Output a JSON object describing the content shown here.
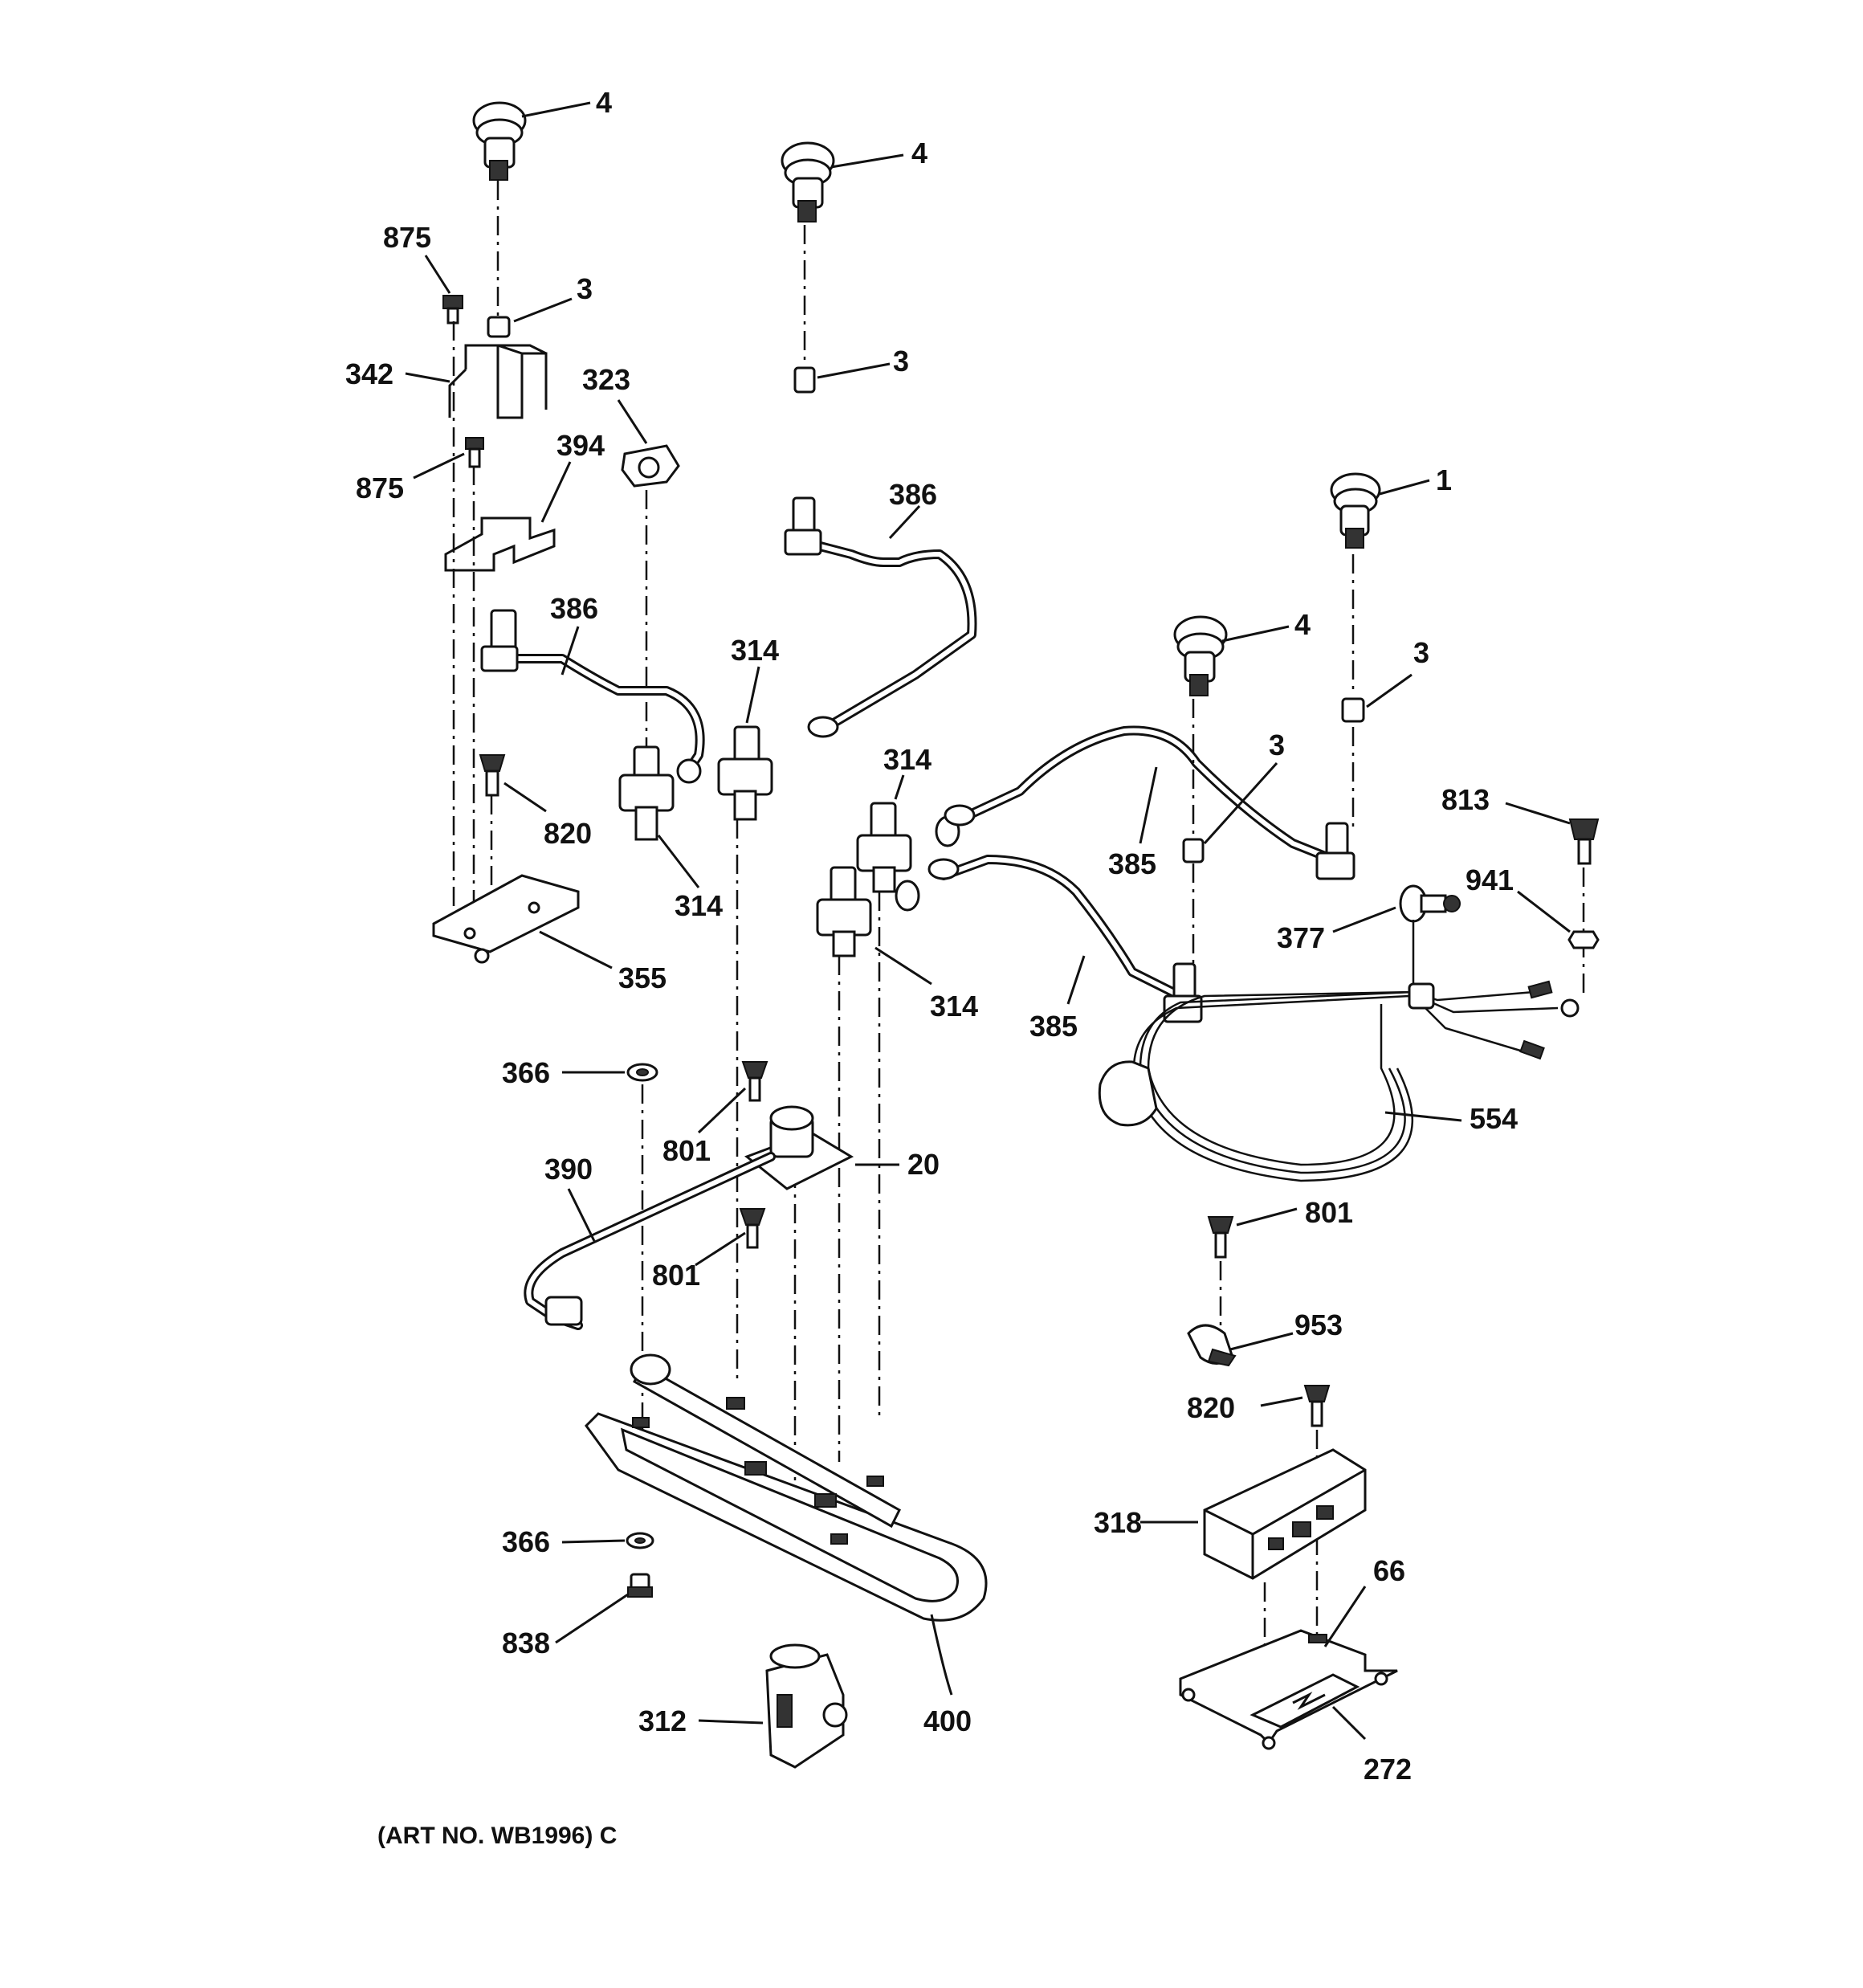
{
  "labels": {
    "l4a": "4",
    "l4b": "4",
    "l4c": "4",
    "l875a": "875",
    "l875b": "875",
    "l3a": "3",
    "l3b": "3",
    "l3c": "3",
    "l3d": "3",
    "l342": "342",
    "l323": "323",
    "l394": "394",
    "l386a": "386",
    "l386b": "386",
    "l314a": "314",
    "l314b": "314",
    "l314c": "314",
    "l314d": "314",
    "l1": "1",
    "l820a": "820",
    "l820b": "820",
    "l385a": "385",
    "l385b": "385",
    "l813": "813",
    "l941": "941",
    "l377": "377",
    "l355": "355",
    "l366a": "366",
    "l366b": "366",
    "l801a": "801",
    "l801b": "801",
    "l801c": "801",
    "l20": "20",
    "l390": "390",
    "l554": "554",
    "l953": "953",
    "l318": "318",
    "l66": "66",
    "l838": "838",
    "l312": "312",
    "l400": "400",
    "l272": "272"
  },
  "footer": {
    "art_number": "(ART NO. WB1996) C"
  }
}
